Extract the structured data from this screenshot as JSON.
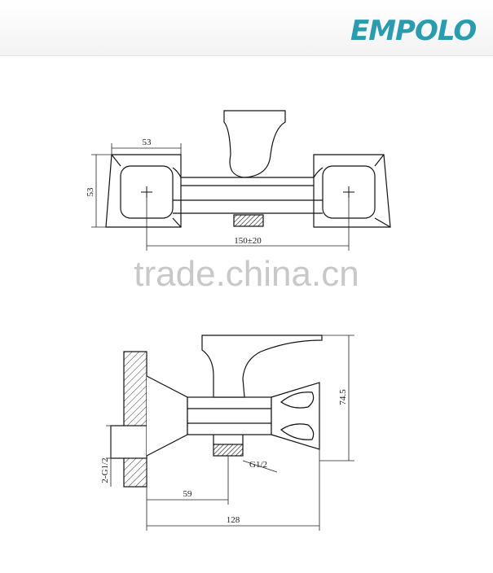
{
  "brand": {
    "name": "EMPOLO",
    "color": "#2b9bb0"
  },
  "watermark": "trade.china.cn",
  "top_view": {
    "dim_width": "53",
    "dim_height": "53",
    "dim_centers": "150±20"
  },
  "side_view": {
    "dim_height": "74.5",
    "dim_thread_outlet": "G1/2",
    "dim_thread_inlet": "2-G1/2",
    "dim_offset": "59",
    "dim_depth": "128"
  }
}
